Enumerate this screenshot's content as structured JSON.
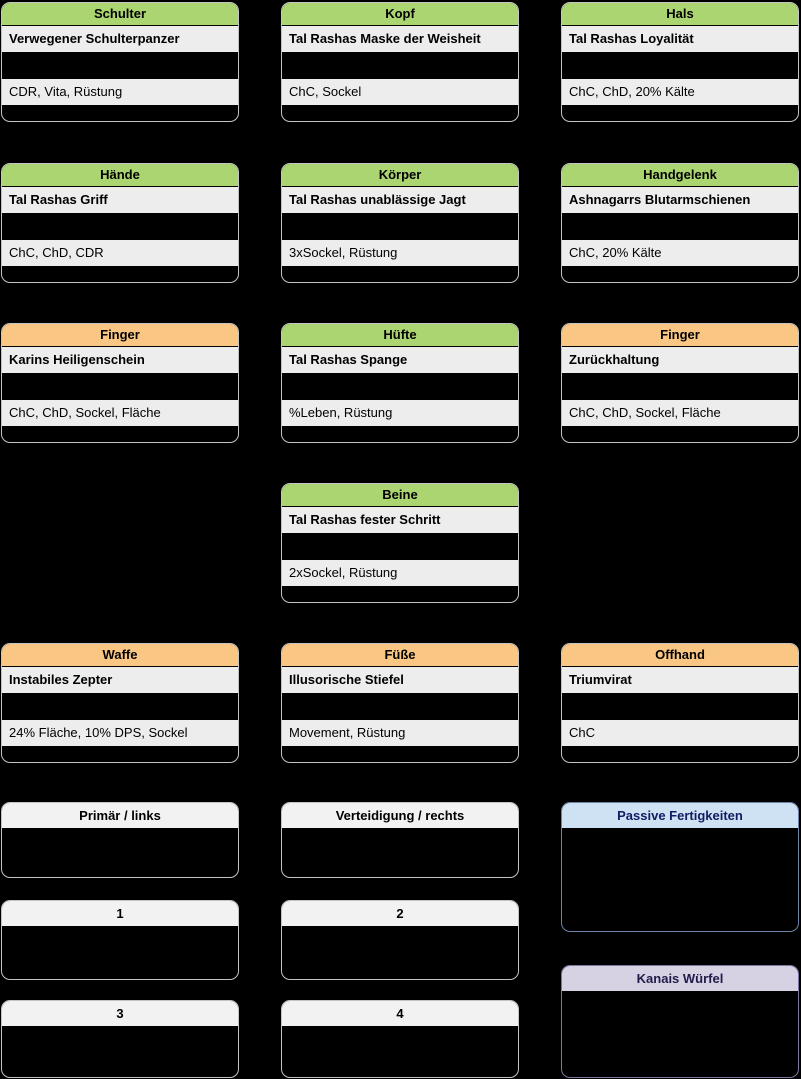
{
  "palette": {
    "background": "#000000",
    "gear_header_green": "#abd570",
    "gear_header_orange": "#f9c783",
    "skill_header_white": "#f2f2f2",
    "passive_header_blue": "#cfe2f3",
    "kanai_header_purple": "#d7d1e4",
    "text_row_gray": "#ededed",
    "passive_text_blue": "#0f1e63",
    "kanai_text_purple": "#201c4a"
  },
  "gear": [
    {
      "slot": "Schulter",
      "item": "Verwegener Schulterpanzer",
      "stats": "CDR, Vita, Rüstung"
    },
    {
      "slot": "Kopf",
      "item": "Tal Rashas Maske der Weisheit",
      "stats": "ChC, Sockel"
    },
    {
      "slot": "Hals",
      "item": "Tal Rashas Loyalität",
      "stats": "ChC, ChD, 20% Kälte"
    },
    {
      "slot": "Hände",
      "item": "Tal Rashas Griff",
      "stats": "ChC, ChD, CDR"
    },
    {
      "slot": "Körper",
      "item": "Tal Rashas unablässige Jagt",
      "stats": "3xSockel, Rüstung"
    },
    {
      "slot": "Handgelenk",
      "item": "Ashnagarrs Blutarmschienen",
      "stats": "ChC, 20% Kälte"
    },
    {
      "slot": "Finger",
      "item": "Karins Heiligenschein",
      "stats": "ChC, ChD, Sockel, Fläche"
    },
    {
      "slot": "Hüfte",
      "item": "Tal Rashas Spange",
      "stats": "%Leben, Rüstung"
    },
    {
      "slot": "Finger",
      "item": "Zurückhaltung",
      "stats": "ChC, ChD, Sockel, Fläche"
    },
    {
      "slot": "Beine",
      "item": "Tal Rashas fester Schritt",
      "stats": "2xSockel, Rüstung"
    },
    {
      "slot": "Waffe",
      "item": "Instabiles Zepter",
      "stats": "24% Fläche, 10% DPS, Sockel"
    },
    {
      "slot": "Füße",
      "item": "Illusorische Stiefel",
      "stats": "Movement, Rüstung"
    },
    {
      "slot": "Offhand",
      "item": "Triumvirat",
      "stats": "ChC"
    }
  ],
  "skills": {
    "primary": "Primär / links",
    "defense": "Verteidigung / rechts",
    "passive": "Passive Fertigkeiten",
    "kanai": "Kanais Würfel",
    "slot1": "1",
    "slot2": "2",
    "slot3": "3",
    "slot4": "4"
  }
}
